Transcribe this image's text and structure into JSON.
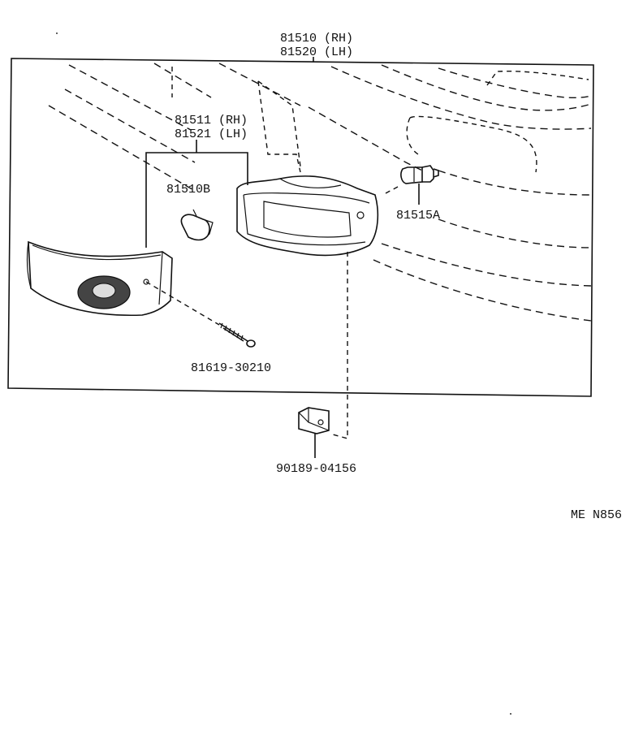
{
  "labels": {
    "assy_rh": "81510 (RH)",
    "assy_lh": "81520 (LH)",
    "lens_rh": "81511 (RH)",
    "lens_lh": "81521 (LH)",
    "bulb": "81510B",
    "socket": "81515A",
    "screw": "81619-30210",
    "nut": "90189-04156",
    "code": "ME  N856"
  }
}
